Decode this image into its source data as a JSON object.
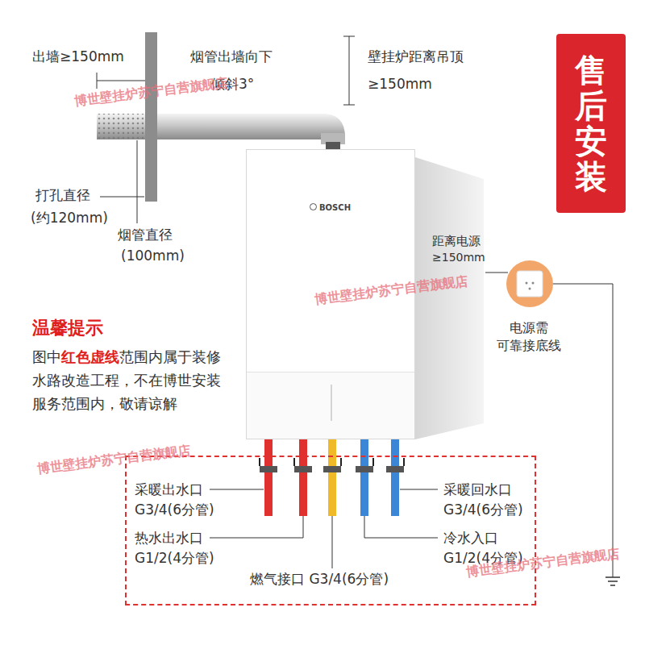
{
  "diagram": {
    "nodes": [
      {
        "text": [
          "BOSCH"
        ]
      },
      {
        "text": [
          "售后安装"
        ]
      },
      {
        "text": [
          "采暖出水口",
          "G3/4(6分管)",
          "热水出水口",
          "G1/2(4分管)",
          "燃气接口 G3/4(6分管)",
          "采暖回水口",
          "G3/4(6分管)",
          "冷水入口",
          "G1/2(4分管)"
        ]
      }
    ],
    "labels": [
      "出墙≥150mm",
      "烟管出墙向下",
      "倾斜3°",
      "壁挂炉距离吊顶",
      "≥150mm",
      "打孔直径",
      "(约120mm)",
      "烟管直径",
      "(100mm)",
      "距离电源",
      "≥150mm",
      "电源需",
      "可靠接底线",
      "温馨提示",
      "图中",
      "红色虚线",
      "范围内属于装修水路改造工程，不在博世安装服务范围内，敬请谅解",
      "博世壁挂炉苏宁自营旗舰店",
      "博世壁挂炉苏宁自营旗舰店",
      "博世壁挂炉苏宁自营旗舰店",
      "博世壁挂炉苏宁自营旗舰店"
    ]
  }
}
